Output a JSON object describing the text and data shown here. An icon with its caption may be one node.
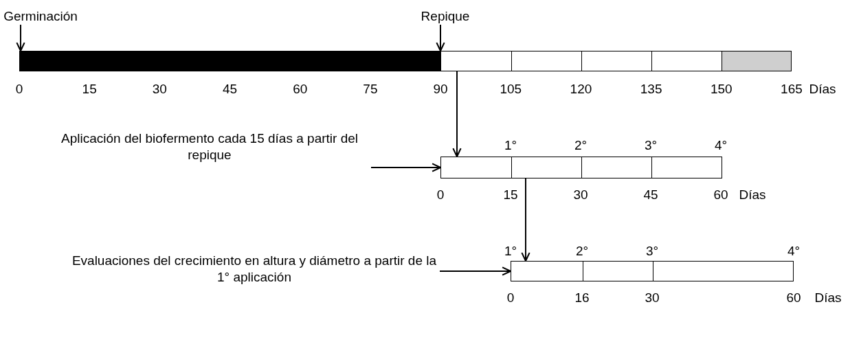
{
  "diagram": {
    "nodes": [
      {
        "text": [
          "Germinación"
        ]
      },
      {
        "text": [
          "Repique"
        ]
      },
      {
        "text": [],
        "shape": "bar"
      },
      {
        "text": [
          "Aplicación del biofermento cada 15 días a partir del repique"
        ]
      },
      {
        "text": [],
        "shape": "bar"
      },
      {
        "text": [
          "Evaluaciones del crecimiento en altura y diámetro a partir de la 1° aplicación"
        ]
      },
      {
        "text": [],
        "shape": "bar"
      }
    ],
    "edges": [
      {
        "from": 0,
        "to": 2,
        "arrow": "to"
      },
      {
        "from": 1,
        "to": 2,
        "arrow": "to"
      },
      {
        "from": 2,
        "to": 4,
        "arrow": "to"
      },
      {
        "from": 3,
        "to": 4,
        "arrow": "to"
      },
      {
        "from": 4,
        "to": 6,
        "arrow": "to"
      },
      {
        "from": 5,
        "to": 6,
        "arrow": "to"
      }
    ],
    "labels": [
      "0",
      "15",
      "30",
      "45",
      "60",
      "75",
      "90",
      "105",
      "120",
      "135",
      "150",
      "165",
      "Días",
      "1°",
      "2°",
      "3°",
      "4°",
      "0",
      "15",
      "30",
      "45",
      "60",
      "Días",
      "1°",
      "2°",
      "3°",
      "4°",
      "0",
      "16",
      "30",
      "60",
      "Días"
    ]
  }
}
